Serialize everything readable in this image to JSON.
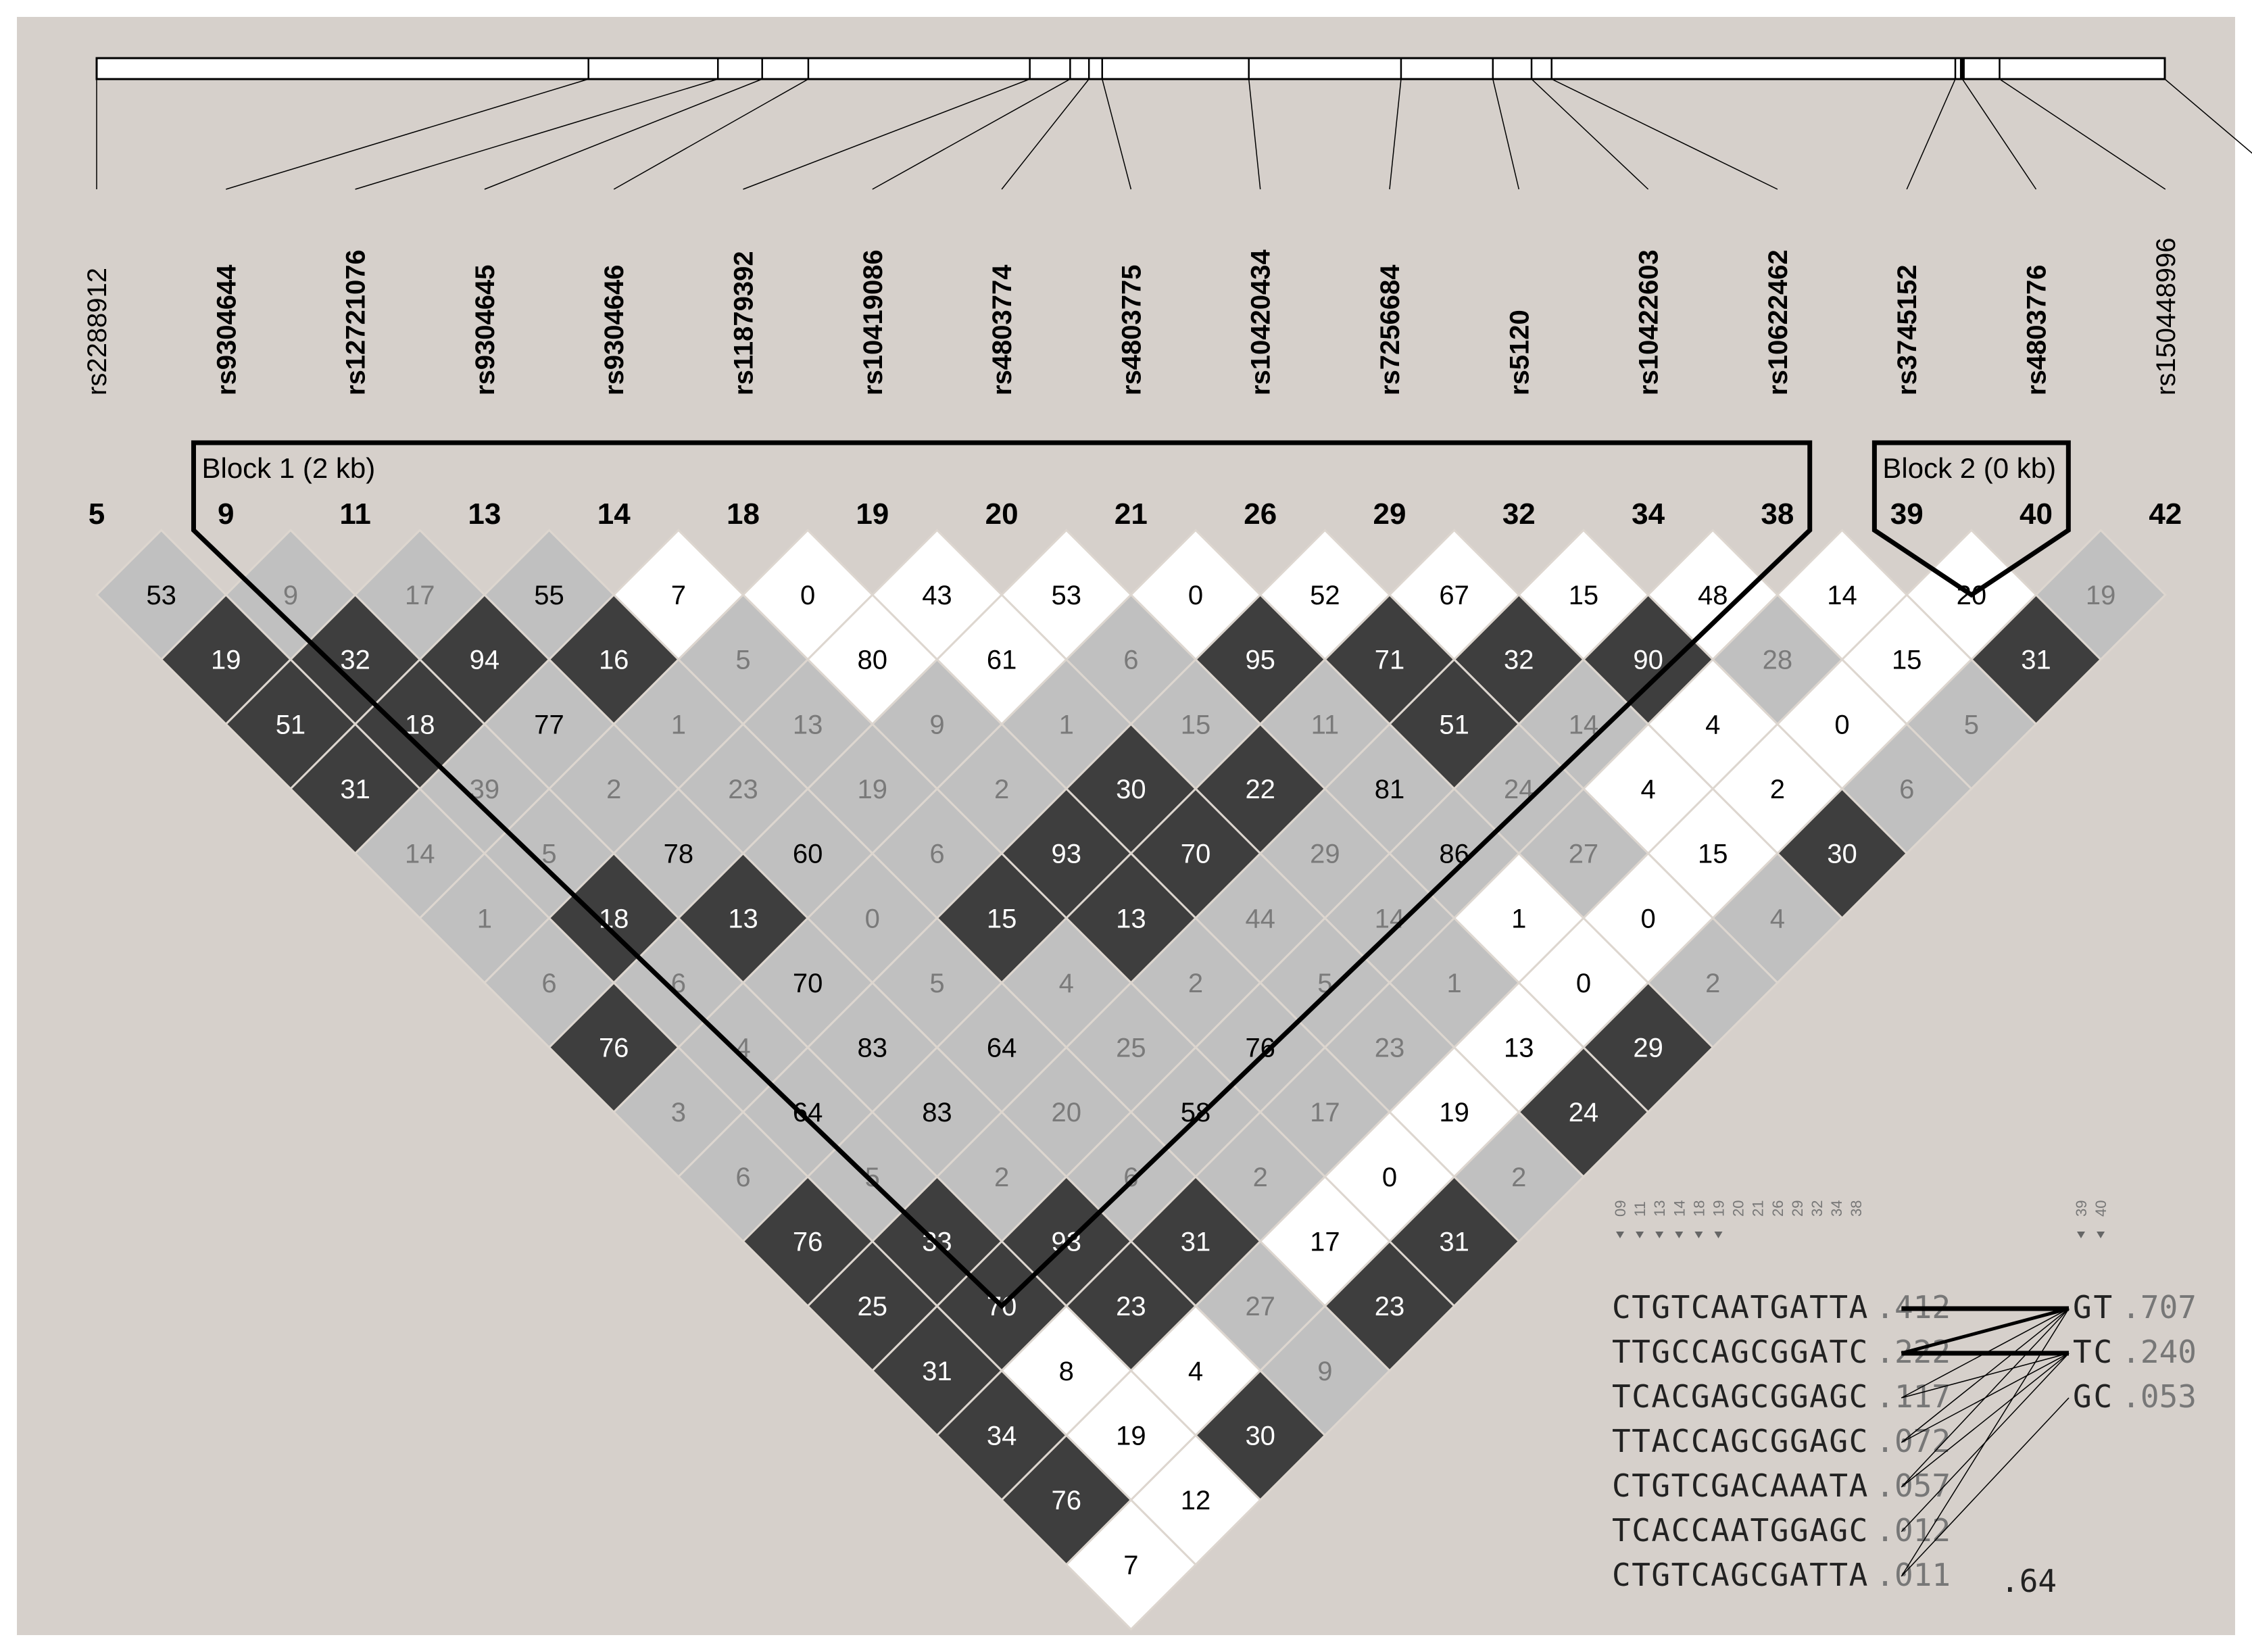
{
  "colors": {
    "background": "#d6d0cb",
    "frame": "#ffffff",
    "strong_ld": "#3e3e3e",
    "mid_ld": "#c0c0c0",
    "weak_ld": "#ffffff",
    "text_on_dark": "#ffffff",
    "text_on_gray": "#7a7a7a",
    "text_on_gray_high": "#000000",
    "text_on_white": "#000000",
    "outline": "#000000"
  },
  "markers": [
    {
      "name": "rs2288912",
      "number": "5",
      "bold": false
    },
    {
      "name": "rs9304644",
      "number": "9",
      "bold": true
    },
    {
      "name": "rs12721076",
      "number": "11",
      "bold": true
    },
    {
      "name": "rs9304645",
      "number": "13",
      "bold": true
    },
    {
      "name": "rs9304646",
      "number": "14",
      "bold": true
    },
    {
      "name": "rs11879392",
      "number": "18",
      "bold": true
    },
    {
      "name": "rs10419086",
      "number": "19",
      "bold": true
    },
    {
      "name": "rs4803774",
      "number": "20",
      "bold": true
    },
    {
      "name": "rs4803775",
      "number": "21",
      "bold": true
    },
    {
      "name": "rs10420434",
      "number": "26",
      "bold": true
    },
    {
      "name": "rs7256684",
      "number": "29",
      "bold": true
    },
    {
      "name": "rs5120",
      "number": "32",
      "bold": true
    },
    {
      "name": "rs10422603",
      "number": "34",
      "bold": true
    },
    {
      "name": "rs10622462",
      "number": "38",
      "bold": true
    },
    {
      "name": "rs3745152",
      "number": "39",
      "bold": true
    },
    {
      "name": "rs4803776",
      "number": "40",
      "bold": true
    },
    {
      "name": "rs150448996",
      "number": "42",
      "bold": false
    }
  ],
  "ruler_tick_fractions": [
    0,
    0.2378,
    0.3004,
    0.3218,
    0.3441,
    0.4512,
    0.4707,
    0.4798,
    0.4862,
    0.5571,
    0.6307,
    0.6751,
    0.6938,
    0.7035,
    0.8987,
    0.9021,
    0.9201,
    1.0
  ],
  "blocks": [
    {
      "label": "Block 1 (2 kb)",
      "first": 1,
      "last": 13
    },
    {
      "label": "Block 2 (0 kb)",
      "first": 14,
      "last": 15
    }
  ],
  "ld_matrix": {
    "rows": [
      [
        53,
        9,
        17,
        55,
        7,
        0,
        43,
        53,
        0,
        52,
        67,
        15,
        48,
        14,
        20,
        19
      ],
      [
        19,
        32,
        94,
        16,
        5,
        80,
        61,
        6,
        95,
        71,
        32,
        90,
        28,
        15,
        31
      ],
      [
        51,
        18,
        77,
        1,
        13,
        9,
        1,
        15,
        11,
        51,
        14,
        4,
        0,
        5
      ],
      [
        31,
        39,
        2,
        23,
        19,
        2,
        30,
        22,
        81,
        24,
        4,
        2,
        6
      ],
      [
        14,
        5,
        78,
        60,
        6,
        93,
        70,
        29,
        86,
        27,
        15,
        30
      ],
      [
        1,
        18,
        13,
        0,
        15,
        13,
        44,
        14,
        1,
        0,
        4
      ],
      [
        6,
        6,
        70,
        5,
        4,
        2,
        5,
        1,
        0,
        2
      ],
      [
        76,
        4,
        83,
        64,
        25,
        76,
        23,
        13,
        29
      ],
      [
        3,
        64,
        83,
        20,
        58,
        17,
        19,
        24
      ],
      [
        6,
        5,
        2,
        6,
        2,
        0,
        2
      ],
      [
        76,
        33,
        93,
        31,
        17,
        31
      ],
      [
        25,
        70,
        23,
        27,
        23
      ],
      [
        31,
        8,
        4,
        9
      ],
      [
        34,
        19,
        30
      ],
      [
        76,
        12
      ],
      [
        7
      ]
    ],
    "colors": [
      [
        "g",
        "g",
        "g",
        "g",
        "w",
        "w",
        "w",
        "w",
        "w",
        "w",
        "w",
        "w",
        "w",
        "w",
        "w",
        "g"
      ],
      [
        "d",
        "d",
        "d",
        "d",
        "g",
        "w",
        "w",
        "g",
        "d",
        "d",
        "d",
        "d",
        "g",
        "w",
        "d"
      ],
      [
        "d",
        "d",
        "g",
        "g",
        "g",
        "g",
        "g",
        "g",
        "g",
        "d",
        "g",
        "w",
        "w",
        "g"
      ],
      [
        "d",
        "g",
        "g",
        "g",
        "g",
        "g",
        "d",
        "d",
        "g",
        "g",
        "w",
        "w",
        "g"
      ],
      [
        "g",
        "g",
        "g",
        "g",
        "g",
        "d",
        "d",
        "g",
        "g",
        "g",
        "w",
        "d"
      ],
      [
        "g",
        "d",
        "d",
        "g",
        "d",
        "d",
        "g",
        "g",
        "w",
        "w",
        "g"
      ],
      [
        "g",
        "g",
        "g",
        "g",
        "g",
        "g",
        "g",
        "g",
        "w",
        "g"
      ],
      [
        "d",
        "g",
        "g",
        "g",
        "g",
        "g",
        "g",
        "w",
        "d"
      ],
      [
        "g",
        "g",
        "g",
        "g",
        "g",
        "g",
        "w",
        "d"
      ],
      [
        "g",
        "g",
        "g",
        "g",
        "g",
        "w",
        "g"
      ],
      [
        "d",
        "d",
        "d",
        "d",
        "w",
        "d"
      ],
      [
        "d",
        "d",
        "d",
        "g",
        "d"
      ],
      [
        "d",
        "w",
        "w",
        "g"
      ],
      [
        "d",
        "w",
        "d"
      ],
      [
        "d",
        "w"
      ],
      [
        "w"
      ]
    ]
  },
  "haplotypes": {
    "block1_column_labels": [
      "09",
      "11",
      "13",
      "14",
      "18",
      "19",
      "20",
      "21",
      "26",
      "29",
      "32",
      "34",
      "38"
    ],
    "block2_column_labels": [
      "39",
      "40"
    ],
    "block1": [
      {
        "seq": "CTGTCAATGATTA",
        "freq": ".412"
      },
      {
        "seq": "TTGCCAGCGGATC",
        "freq": ".222"
      },
      {
        "seq": "TCACGAGCGGAGC",
        "freq": ".117"
      },
      {
        "seq": "TTACCAGCGGAGC",
        "freq": ".072"
      },
      {
        "seq": "CTGTCGACAAATA",
        "freq": ".057"
      },
      {
        "seq": "TCACCAATGGAGC",
        "freq": ".012"
      },
      {
        "seq": "CTGTCAGCGATTA",
        "freq": ".011"
      }
    ],
    "block2": [
      {
        "seq": "GT",
        "freq": ".707"
      },
      {
        "seq": "TC",
        "freq": ".240"
      },
      {
        "seq": "GC",
        "freq": ".053"
      }
    ],
    "multiallelic_d": ".64"
  }
}
